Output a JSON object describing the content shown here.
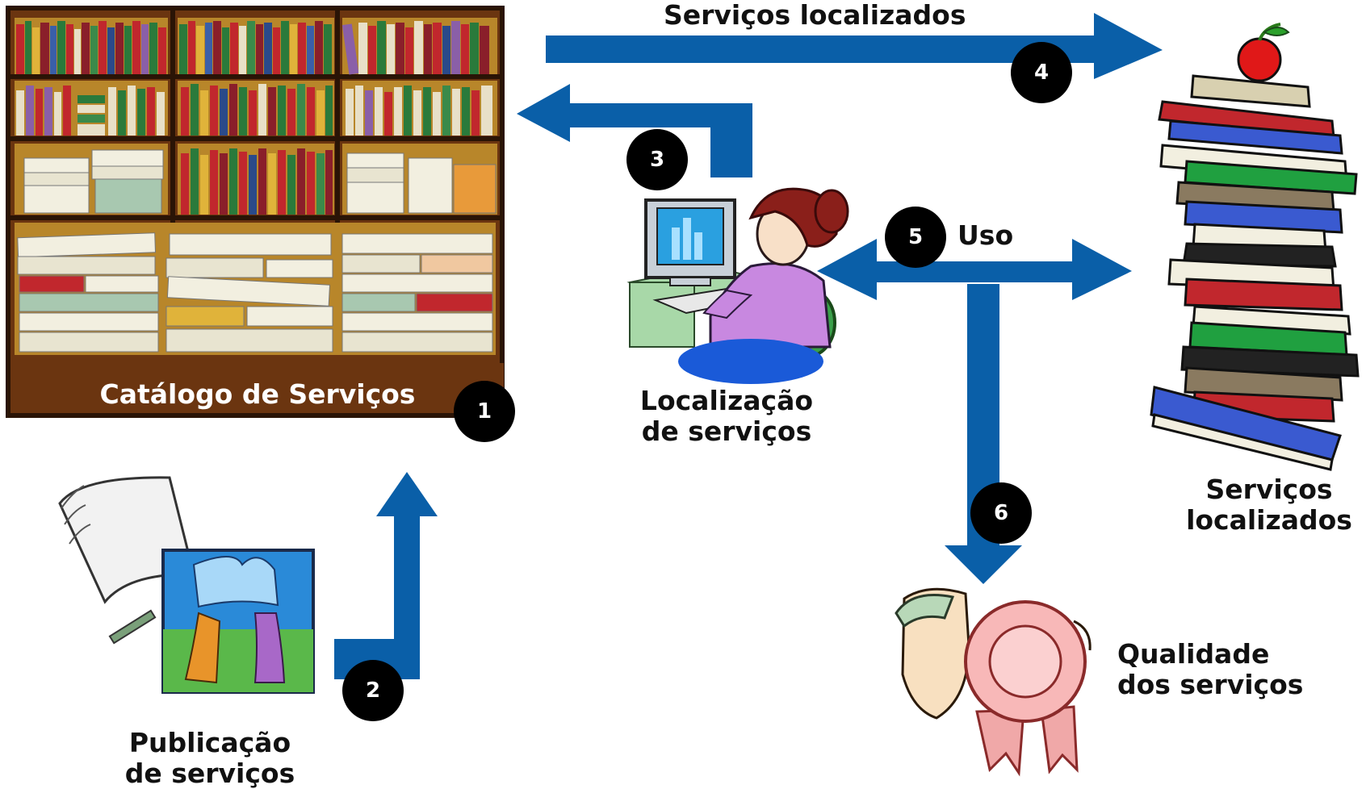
{
  "labels": {
    "top_arrow": "Serviços localizados",
    "catalog": "Catálogo de Serviços",
    "localizacao_1": "Localização",
    "localizacao_2": "de serviços",
    "uso": "Uso",
    "servicos_1": "Serviços",
    "servicos_2": "localizados",
    "qualidade_1": "Qualidade",
    "qualidade_2": "dos serviços",
    "publicacao_1": "Publicação",
    "publicacao_2": "de serviços"
  },
  "badges": [
    "1",
    "2",
    "3",
    "4",
    "5",
    "6"
  ],
  "colors": {
    "arrow": "#0a5fa8",
    "badge": "#000000",
    "shelf_wood": "#6b3510"
  }
}
